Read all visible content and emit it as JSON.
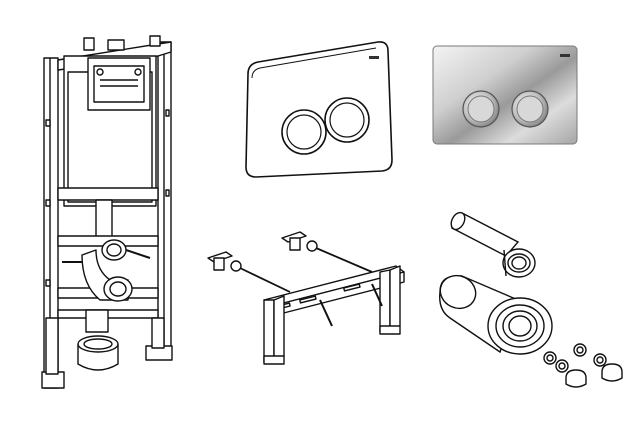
{
  "products": [
    {
      "name": "installation-frame",
      "icon": "wall-frame-icon"
    },
    {
      "name": "flush-plate-white",
      "icon": "flush-plate-icon",
      "color": "#ffffff"
    },
    {
      "name": "flush-plate-chrome",
      "icon": "flush-plate-icon",
      "color": "#c9c9c9"
    },
    {
      "name": "mounting-bracket-set",
      "icon": "bracket-icon"
    },
    {
      "name": "connection-pipes-and-fittings",
      "icon": "pipe-icon"
    }
  ],
  "colors": {
    "line": "#111111",
    "background": "#ffffff",
    "chrome_light": "#f0f0f0",
    "chrome_dark": "#8a8a8a"
  }
}
